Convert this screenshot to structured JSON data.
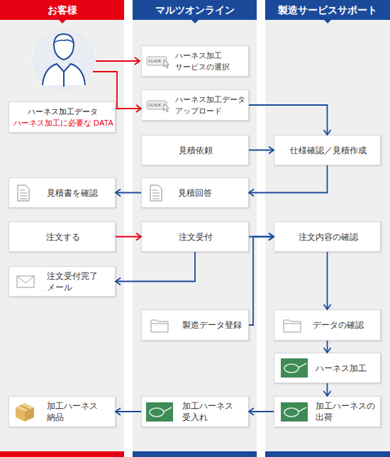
{
  "diagram": {
    "nodes": [
      {
        "text": [
          "お客様"
        ]
      },
      {
        "text": [
          "マルツオンライン"
        ]
      },
      {
        "text": [
          "製造サービスサポート"
        ]
      },
      {
        "text": [
          "ハーネス加工 サービスの選択"
        ],
        "in": 1
      },
      {
        "text": [
          "ハーネス加工データ",
          "ハーネス加工に必要な DATA"
        ],
        "in": 0
      },
      {
        "text": [
          "ハーネス加工データ アップロード"
        ],
        "in": 1
      },
      {
        "text": [
          "見積依頼"
        ],
        "in": 1
      },
      {
        "text": [
          "仕様確認／見積作成"
        ],
        "in": 2
      },
      {
        "text": [
          "見積書を確認"
        ],
        "in": 0
      },
      {
        "text": [
          "見積回答"
        ],
        "in": 1
      },
      {
        "text": [
          "注文する"
        ],
        "in": 0
      },
      {
        "text": [
          "注文受付"
        ],
        "in": 1
      },
      {
        "text": [
          "注文内容の確認"
        ],
        "in": 2
      },
      {
        "text": [
          "注文受付完了 メール"
        ],
        "in": 0
      },
      {
        "text": [
          "製造データ登録"
        ],
        "in": 1
      },
      {
        "text": [
          "データの確認"
        ],
        "in": 2
      },
      {
        "text": [
          "ハーネス加工"
        ],
        "in": 2
      },
      {
        "text": [
          "加工ハーネス 納品"
        ],
        "in": 0
      },
      {
        "text": [
          "加工ハーネス 受入れ"
        ],
        "in": 1
      },
      {
        "text": [
          "加工ハーネスの 出荷"
        ],
        "in": 2
      }
    ],
    "edges": [
      {
        "from": 4,
        "to": 5,
        "arrow": "to"
      },
      {
        "from": 5,
        "to": 7,
        "arrow": "to"
      },
      {
        "from": 6,
        "to": 7,
        "arrow": "to"
      },
      {
        "from": 7,
        "to": 9,
        "arrow": "to"
      },
      {
        "from": 9,
        "to": 8,
        "arrow": "to"
      },
      {
        "from": 10,
        "to": 11,
        "arrow": "to"
      },
      {
        "from": 11,
        "to": 12,
        "arrow": "to"
      },
      {
        "from": 11,
        "to": 13,
        "arrow": "to"
      },
      {
        "from": 14,
        "to": 12,
        "arrow": "to"
      },
      {
        "from": 12,
        "to": 15,
        "arrow": "to"
      },
      {
        "from": 15,
        "to": 16,
        "arrow": "to"
      },
      {
        "from": 16,
        "to": 19,
        "arrow": "to"
      },
      {
        "from": 19,
        "to": 18,
        "arrow": "to"
      },
      {
        "from": 18,
        "to": 17,
        "arrow": "to"
      }
    ],
    "labels": [
      "CLICK",
      "CLICK"
    ]
  }
}
